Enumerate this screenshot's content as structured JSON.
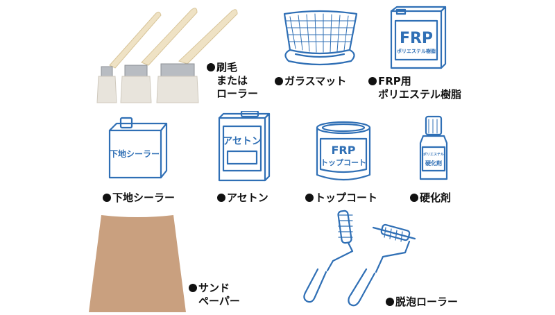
{
  "items": {
    "brush": {
      "lines": [
        "刷毛",
        "または",
        "ローラー"
      ]
    },
    "glass_mat": {
      "lines": [
        "ガラスマット"
      ]
    },
    "frp_resin": {
      "lines": [
        "FRP用",
        "ポリエステル樹脂"
      ],
      "can_big": "FRP",
      "can_small": "ポリエステル樹脂"
    },
    "primer": {
      "lines": [
        "下地シーラー"
      ],
      "can_text": "下地シーラー"
    },
    "acetone": {
      "lines": [
        "アセトン"
      ],
      "can_text": "アセトン"
    },
    "topcoat": {
      "lines": [
        "トップコート"
      ],
      "can_big": "FRP",
      "can_small": "トップコート"
    },
    "hardener": {
      "lines": [
        "硬化剤"
      ],
      "bottle_small": "ポリエステル",
      "bottle_big": "硬化剤"
    },
    "sandpaper": {
      "lines": [
        "サンド",
        "ペーパー"
      ]
    },
    "defoam_roller": {
      "lines": [
        "脱泡ローラー"
      ]
    }
  },
  "colors": {
    "ink": "#2f6fb5",
    "sandpaper": "#c9a07f",
    "brush_handle": "#efe2c4",
    "bristle": "#e8e4dc",
    "ferrule": "#b8bcc2"
  }
}
